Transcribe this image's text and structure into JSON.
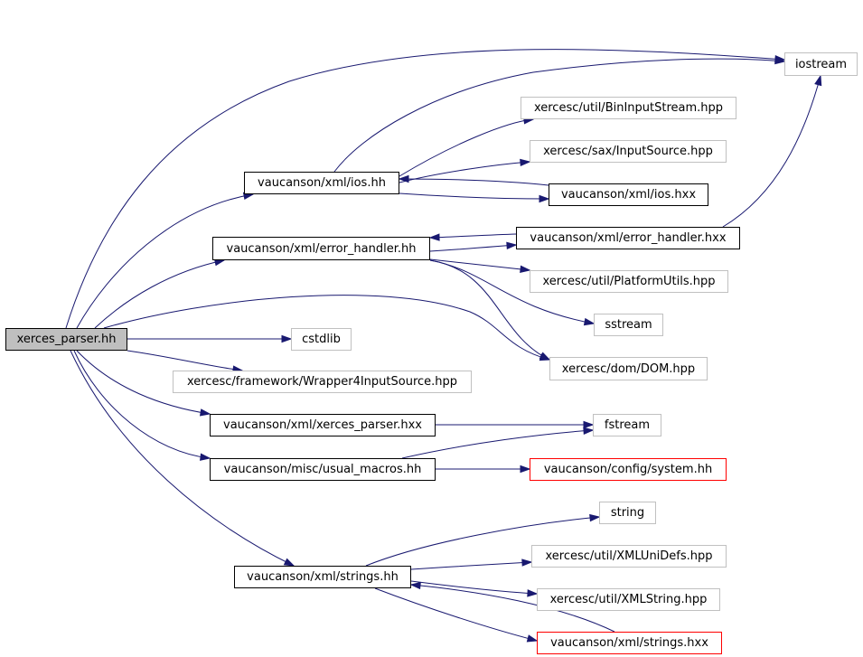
{
  "nodes": {
    "xerces_parser_hh": "xerces_parser.hh",
    "iostream": "iostream",
    "bininputstream": "xercesc/util/BinInputStream.hpp",
    "inputsource": "xercesc/sax/InputSource.hpp",
    "ios_hh": "vaucanson/xml/ios.hh",
    "ios_hxx": "vaucanson/xml/ios.hxx",
    "error_handler_hh": "vaucanson/xml/error_handler.hh",
    "error_handler_hxx": "vaucanson/xml/error_handler.hxx",
    "platformutils": "xercesc/util/PlatformUtils.hpp",
    "sstream": "sstream",
    "cstdlib": "cstdlib",
    "dom": "xercesc/dom/DOM.hpp",
    "wrapper4inputsource": "xercesc/framework/Wrapper4InputSource.hpp",
    "xerces_parser_hxx": "vaucanson/xml/xerces_parser.hxx",
    "fstream": "fstream",
    "usual_macros": "vaucanson/misc/usual_macros.hh",
    "config_system": "vaucanson/config/system.hh",
    "string": "string",
    "xmlunidefs": "xercesc/util/XMLUniDefs.hpp",
    "strings_hh": "vaucanson/xml/strings.hh",
    "xmlstring": "xercesc/util/XMLString.hpp",
    "strings_hxx": "vaucanson/xml/strings.hxx"
  },
  "colors": {
    "edge": "#191970",
    "external_border": "#c0c0c0",
    "documented_border": "#000000",
    "missing_border": "#ff0000",
    "root_fill": "#bfbfbf"
  },
  "edges": [
    [
      "xerces_parser_hh",
      "iostream"
    ],
    [
      "xerces_parser_hh",
      "ios_hh"
    ],
    [
      "xerces_parser_hh",
      "error_handler_hh"
    ],
    [
      "xerces_parser_hh",
      "cstdlib"
    ],
    [
      "xerces_parser_hh",
      "dom"
    ],
    [
      "xerces_parser_hh",
      "wrapper4inputsource"
    ],
    [
      "xerces_parser_hh",
      "xerces_parser_hxx"
    ],
    [
      "xerces_parser_hh",
      "usual_macros"
    ],
    [
      "xerces_parser_hh",
      "strings_hh"
    ],
    [
      "ios_hh",
      "iostream"
    ],
    [
      "ios_hh",
      "bininputstream"
    ],
    [
      "ios_hh",
      "inputsource"
    ],
    [
      "ios_hh",
      "ios_hxx"
    ],
    [
      "ios_hxx",
      "ios_hh"
    ],
    [
      "error_handler_hh",
      "error_handler_hxx"
    ],
    [
      "error_handler_hh",
      "platformutils"
    ],
    [
      "error_handler_hh",
      "sstream"
    ],
    [
      "error_handler_hh",
      "dom"
    ],
    [
      "error_handler_hxx",
      "error_handler_hh"
    ],
    [
      "error_handler_hxx",
      "iostream"
    ],
    [
      "xerces_parser_hxx",
      "fstream"
    ],
    [
      "usual_macros",
      "fstream"
    ],
    [
      "usual_macros",
      "config_system"
    ],
    [
      "strings_hh",
      "string"
    ],
    [
      "strings_hh",
      "xmlunidefs"
    ],
    [
      "strings_hh",
      "xmlstring"
    ],
    [
      "strings_hh",
      "strings_hxx"
    ],
    [
      "strings_hxx",
      "strings_hh"
    ]
  ]
}
